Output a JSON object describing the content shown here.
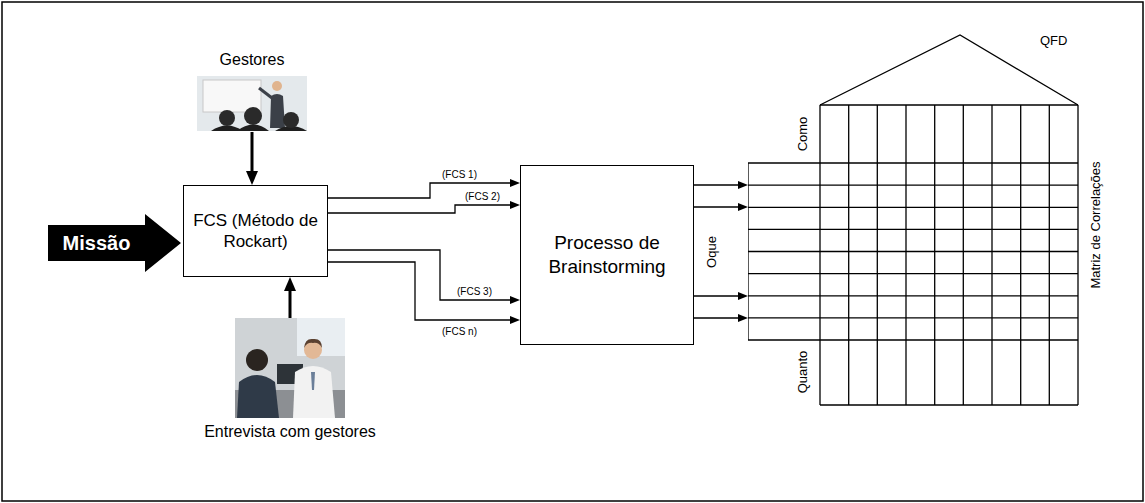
{
  "diagram": {
    "nodes": [
      {
        "text": [
          "Gestores"
        ]
      },
      {
        "text": [
          "Missão"
        ]
      },
      {
        "text": [
          "FCS (Método de Rockart)"
        ]
      },
      {
        "text": [
          "Entrevista com gestores"
        ]
      },
      {
        "text": [
          "Processo de Brainstorming"
        ]
      },
      {
        "text": [
          "QFD"
        ]
      }
    ],
    "edges": [
      {
        "from": 0,
        "to": 2,
        "arrow": "to"
      },
      {
        "from": 3,
        "to": 2,
        "arrow": "to"
      },
      {
        "from": 2,
        "to": 4,
        "label": "(FCS 1)",
        "arrow": "to"
      },
      {
        "from": 2,
        "to": 4,
        "label": "(FCS 2)",
        "arrow": "to"
      },
      {
        "from": 2,
        "to": 4,
        "label": "(FCS 3)",
        "arrow": "to"
      },
      {
        "from": 2,
        "to": 4,
        "label": "(FCS n)",
        "arrow": "to"
      },
      {
        "from": 4,
        "to": 5,
        "arrow": "to"
      },
      {
        "from": 4,
        "to": 5,
        "arrow": "to"
      },
      {
        "from": 4,
        "to": 5,
        "arrow": "to"
      },
      {
        "from": 4,
        "to": 5,
        "arrow": "to"
      }
    ],
    "labels": [
      "Como",
      "Oque",
      "Quanto",
      "Matriz de Correlações"
    ]
  }
}
